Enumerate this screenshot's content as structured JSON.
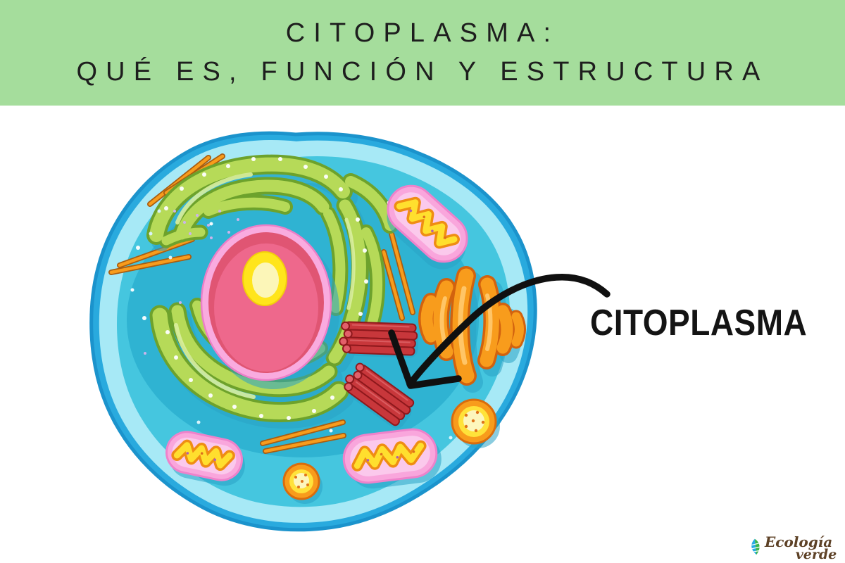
{
  "header": {
    "line1": "CITOPLASMA:",
    "line2": "QUÉ ES, FUNCIÓN Y ESTRUCTURA",
    "bg_color": "#a5dd9c",
    "text_color": "#1e1e1e"
  },
  "callout": {
    "label": "CITOPLASMA",
    "text_color": "#141414",
    "arrow_color": "#101010",
    "arrow_points_to": "cytoplasm"
  },
  "diagram": {
    "type": "animal-cell-illustration",
    "organelles": [
      {
        "name": "cell-membrane",
        "color": "#29aade"
      },
      {
        "name": "cytoplasm",
        "color": "#3bbfda"
      },
      {
        "name": "nucleus",
        "color": "#ec5f84"
      },
      {
        "name": "nucleolus",
        "color": "#ffe51c"
      },
      {
        "name": "endoplasmic-reticulum",
        "color": "#b6da58"
      },
      {
        "name": "mitochondrion",
        "count": 3,
        "color": "#f9a6dc"
      },
      {
        "name": "golgi-apparatus",
        "color": "#f89c1c"
      },
      {
        "name": "centrioles",
        "count": 2,
        "color": "#c8373b"
      },
      {
        "name": "lysosome",
        "count": 2,
        "color": "#f89c1c"
      },
      {
        "name": "microtubules",
        "count": 4,
        "color": "#f89c1c"
      },
      {
        "name": "ribosomes",
        "color": "#ffffff"
      }
    ],
    "palette": {
      "membrane_outline": "#1b93cc",
      "membrane_band": "#29aade",
      "membrane_inner_band": "#a7e9f6",
      "cytoplasm": "#45c6df",
      "cytoplasm_shade": "#2fb3d2",
      "nucleus_ring": "#f9abdf",
      "nucleus_body": "#e05573",
      "nucleolus": "#ffe51c",
      "er_fill": "#b6da58",
      "er_outline": "#6da22c",
      "golgi_fill": "#f89c1c",
      "golgi_outline": "#d2620e",
      "mito_outer": "#f9a6dc",
      "mito_cristae": "#ffdf2e",
      "centriole": "#c8373b",
      "lysosome_ring": "#f89c1c",
      "microtubule": "#f89c1c"
    }
  },
  "logo": {
    "line1": "Ecología",
    "line2": "verde",
    "text_color": "#5d4126",
    "leaf_blue": "#29abe2",
    "leaf_green": "#3ab54a"
  }
}
